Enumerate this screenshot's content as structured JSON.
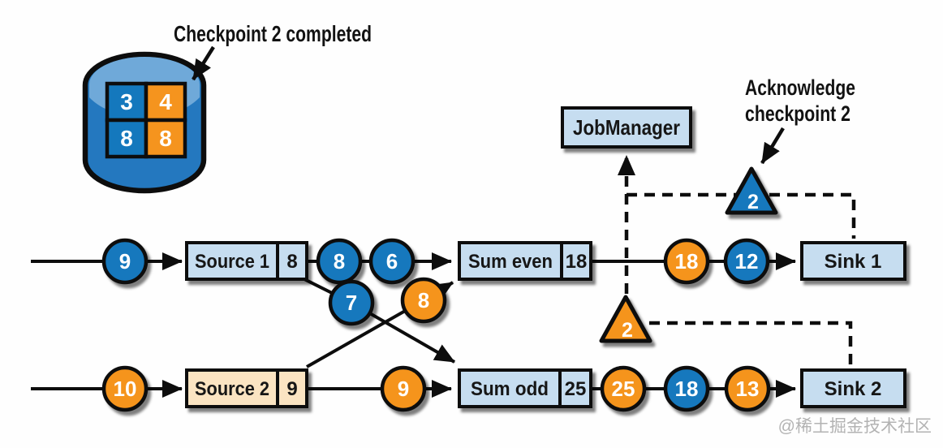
{
  "diagram": {
    "annotations": {
      "checkpoint_completed": "Checkpoint 2 completed",
      "acknowledge_line1": "Acknowledge",
      "acknowledge_line2": "checkpoint 2"
    },
    "job_manager_label": "JobManager",
    "checkpoint_store": {
      "top_left": "3",
      "top_right": "4",
      "bottom_left": "8",
      "bottom_right": "8"
    },
    "barriers": {
      "sink1_ack": "2",
      "sink2_ack": "2"
    },
    "streams": {
      "top": {
        "input_record": "9",
        "source_label": "Source 1",
        "source_state": "8",
        "record_a": "8",
        "record_b": "6",
        "cross_record": "7",
        "operator_label": "Sum even",
        "operator_state": "18",
        "out_record_a": "18",
        "out_record_b": "12",
        "sink_label": "Sink 1"
      },
      "bottom": {
        "input_record": "10",
        "source_label": "Source 2",
        "source_state": "9",
        "record_a": "9",
        "cross_record": "8",
        "operator_label": "Sum odd",
        "operator_state": "25",
        "out_record_a": "25",
        "out_record_b": "18",
        "out_record_c": "13",
        "sink_label": "Sink 2"
      }
    },
    "watermark": "@稀土掘金技术社区",
    "colors": {
      "blue": "#1478bd",
      "orange": "#f5941e",
      "light_blue": "#c6ddf0",
      "peach": "#fbe4c2",
      "cylinder_body": "#2478bf",
      "cylinder_top": "#6fa9d9"
    }
  }
}
